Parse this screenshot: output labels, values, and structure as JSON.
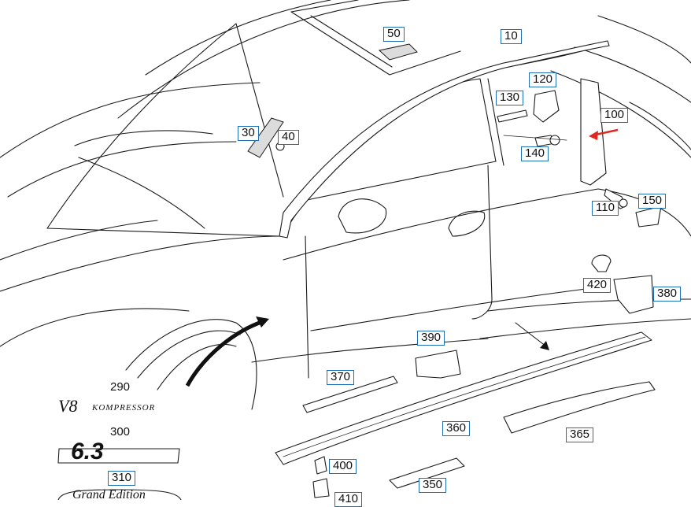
{
  "callouts": {
    "c10": "10",
    "c30": "30",
    "c40": "40",
    "c50": "50",
    "c100": "100",
    "c110": "110",
    "c120": "120",
    "c130": "130",
    "c140": "140",
    "c150": "150",
    "c310": "310",
    "c350": "350",
    "c360": "360",
    "c365": "365",
    "c370": "370",
    "c380": "380",
    "c390": "390",
    "c400": "400",
    "c410": "410",
    "c420": "420"
  },
  "plain_labels": {
    "l290": "290",
    "l300": "300"
  },
  "badges": {
    "v8": "V8",
    "kompressor": "KOMPRESSOR",
    "amg_number": "6.3",
    "grand_edition": "Grand Edition"
  },
  "colors": {
    "callout_border": "#1f6fb5",
    "arrow_red": "#e0281f",
    "line": "#1a1a1a"
  }
}
